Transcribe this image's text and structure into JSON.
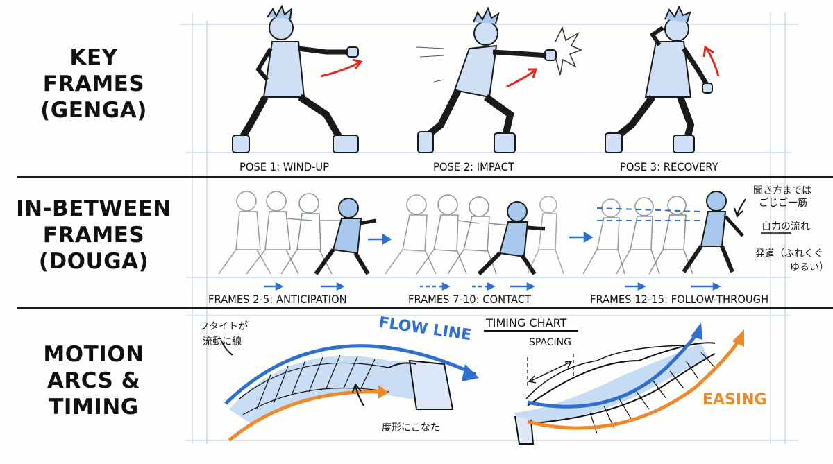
{
  "rows": [
    {
      "title_lines": [
        "KEY",
        "FRAMES",
        "(GENGA)"
      ]
    },
    {
      "title_lines": [
        "IN-BETWEEN",
        "FRAMES",
        "(DOUGA)"
      ]
    },
    {
      "title_lines": [
        "MOTION",
        "ARCS &",
        "TIMING"
      ]
    }
  ],
  "key_frames": {
    "captions": [
      "POSE 1: WIND-UP",
      "POSE 2: IMPACT",
      "POSE 3: RECOVERY"
    ]
  },
  "in_between": {
    "captions": [
      "FRAMES 2-5: ANTICIPATION",
      "FRAMES 7-10: CONTACT",
      "FRAMES 12-15: FOLLOW-THROUGH"
    ],
    "notes": [
      "聞き方までは",
      "ごじご一筋",
      "自力の流れ",
      "発道（ふれくぐ",
      "ゆるい）"
    ]
  },
  "motion": {
    "note_top": [
      "フタイトが",
      "流動に線"
    ],
    "note_bottom": "度形にこなた",
    "flow_label": "FLOW LINE",
    "timing_title": "TIMING CHART",
    "spacing_label": "SPACING",
    "easing_label": "EASING"
  },
  "colors": {
    "ink": "#111111",
    "sketch_blue": "#a9c8ee",
    "arrow_red": "#e02a20",
    "arrow_blue": "#2f6fd0",
    "arrow_orange": "#ef8a2a",
    "grid": "#c9dcef"
  }
}
